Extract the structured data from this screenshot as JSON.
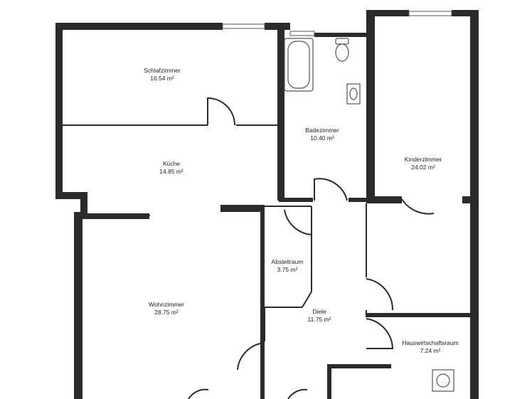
{
  "rooms": [
    {
      "id": "schlafzimmer",
      "name": "Schlafzimmer",
      "area": "16.54 m²"
    },
    {
      "id": "kueche",
      "name": "Küche",
      "area": "14.85 m²"
    },
    {
      "id": "badezimmer",
      "name": "Badezimmer",
      "area": "10.40 m²"
    },
    {
      "id": "kinderzimmer",
      "name": "Kinderzimmer",
      "area": "24.02 m²"
    },
    {
      "id": "abstellraum",
      "name": "Abstellraum",
      "area": "3.75 m²"
    },
    {
      "id": "wohnzimmer",
      "name": "Wohnzimmer",
      "area": "28.75 m²"
    },
    {
      "id": "diele",
      "name": "Diele",
      "area": "11.75 m²"
    },
    {
      "id": "hauswirtschaftsraum",
      "name": "Hauswirtschaftsraum",
      "area": "7.24 m²"
    }
  ],
  "colors": {
    "wall": "#2b2b2b",
    "background": "#ffffff"
  },
  "icons": [
    "bathtub-icon",
    "toilet-icon",
    "sink-icon",
    "washing-machine-icon",
    "window-icon",
    "door-swing-icon"
  ]
}
